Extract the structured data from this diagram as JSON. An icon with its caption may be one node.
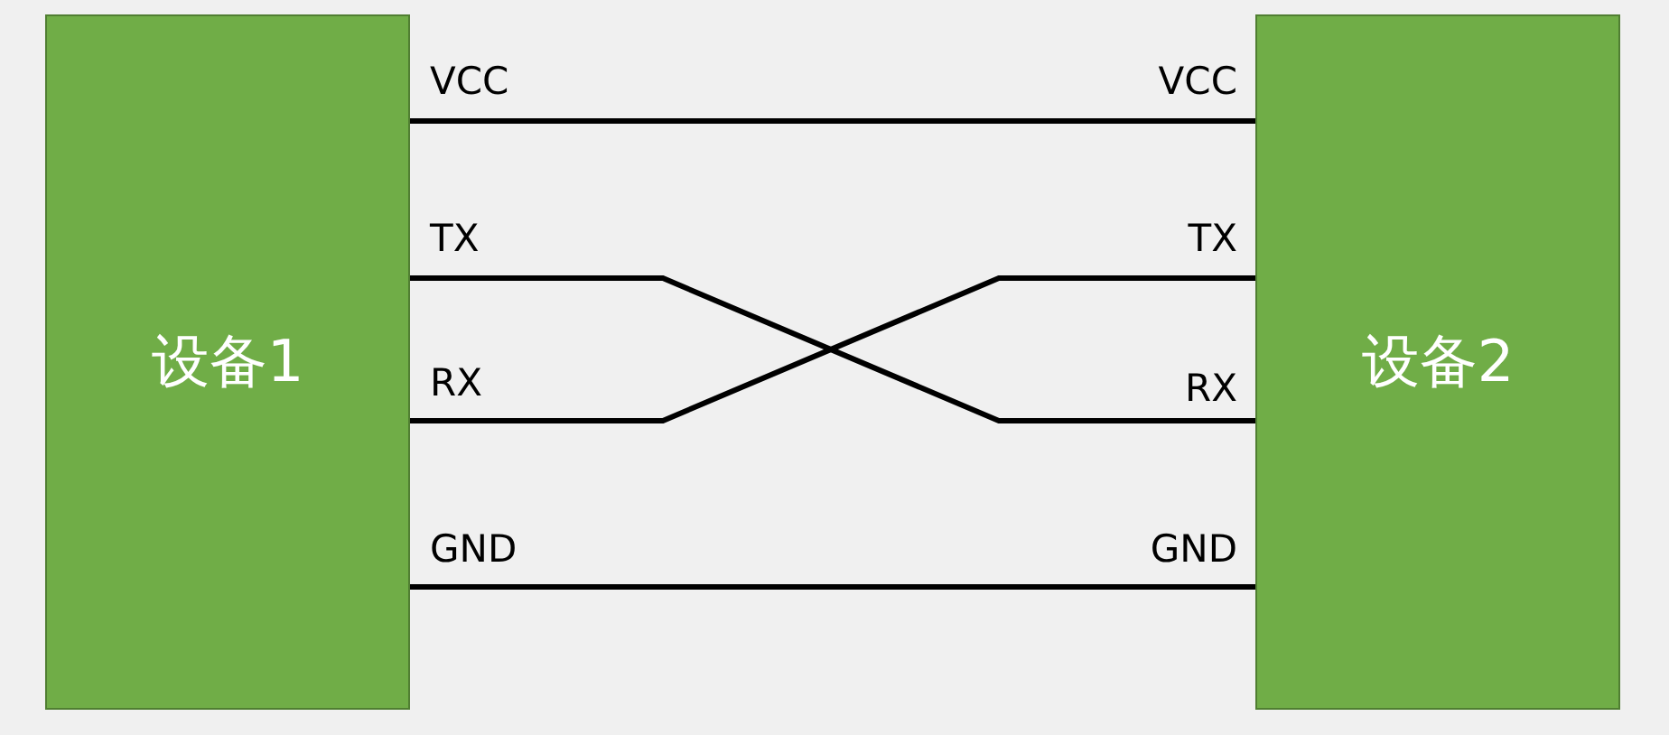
{
  "diagram": {
    "nodes": [
      {
        "text": [
          "设备1"
        ]
      },
      {
        "text": [
          "设备2"
        ]
      }
    ],
    "edges": [
      {
        "from": 0,
        "to": 1,
        "arrow": "none"
      },
      {
        "from": 0,
        "to": 1,
        "arrow": "none"
      },
      {
        "from": 0,
        "to": 1,
        "arrow": "none"
      },
      {
        "from": 0,
        "to": 1,
        "arrow": "none"
      }
    ],
    "labels": [
      "VCC",
      "VCC",
      "TX",
      "TX",
      "RX",
      "RX",
      "GND",
      "GND"
    ]
  }
}
